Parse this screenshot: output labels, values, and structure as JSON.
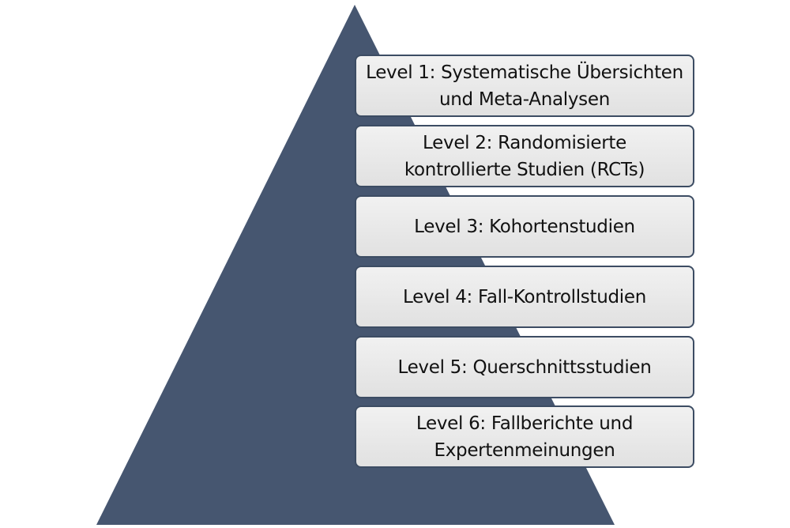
{
  "colors": {
    "pyramid_fill": "#465670",
    "box_border": "#3c4c63",
    "box_fill_top": "#f1f1f1",
    "box_fill_bottom": "#e1e1e1",
    "text": "#111111"
  },
  "levels": [
    {
      "line1": "Level 1: Systematische Übersichten",
      "line2": "und Meta-Analysen"
    },
    {
      "line1": "Level 2: Randomisierte",
      "line2": "kontrollierte Studien (RCTs)"
    },
    {
      "line1": "Level 3: Kohortenstudien",
      "line2": ""
    },
    {
      "line1": "Level 4: Fall-Kontrollstudien",
      "line2": ""
    },
    {
      "line1": "Level 5: Querschnittsstudien",
      "line2": ""
    },
    {
      "line1": "Level 6: Fallberichte und",
      "line2": "Expertenmeinungen"
    }
  ]
}
